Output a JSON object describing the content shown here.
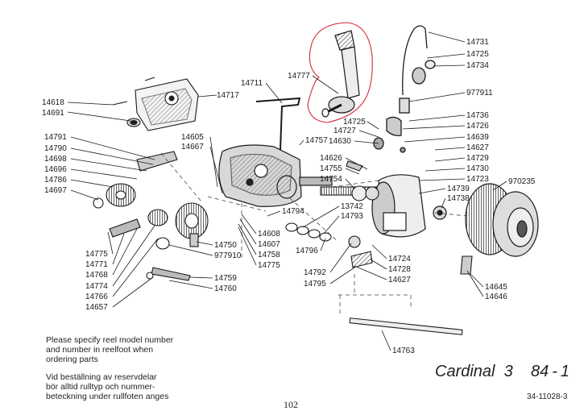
{
  "labels": [
    "14618",
    "14691",
    "14717",
    "14711",
    "14777",
    "14731",
    "14725",
    "14734",
    "977911",
    "14736",
    "14726",
    "14639",
    "14627",
    "14729",
    "14730",
    "14723",
    "970235",
    "14739",
    "14738",
    "14725",
    "14727",
    "14630",
    "14626",
    "14755",
    "14754",
    "14757",
    "14605",
    "14667",
    "14791",
    "14790",
    "14698",
    "14696",
    "14786",
    "14697",
    "13742",
    "14793",
    "14794",
    "14608",
    "14607",
    "14758",
    "14775",
    "14750",
    "977910",
    "14775",
    "14771",
    "14768",
    "14774",
    "14766",
    "14657",
    "14759",
    "14760",
    "14796",
    "14792",
    "14795",
    "14724",
    "14728",
    "14627",
    "14645",
    "14646",
    "14763"
  ],
  "notes": {
    "english": [
      "Please specify reel model number",
      "and number in reelfoot when",
      "ordering parts"
    ],
    "swedish": [
      "Vid beställning av reservdelar",
      "bör alltid rulltyp och nummer-",
      "beteckning under rullfoten anges"
    ]
  },
  "model": {
    "name": "Cardinal",
    "number": "3",
    "year": "84",
    "revision": "1"
  },
  "drawing_number": "34-11028-3",
  "page_number": "102",
  "highlight_color": "#d6263a"
}
